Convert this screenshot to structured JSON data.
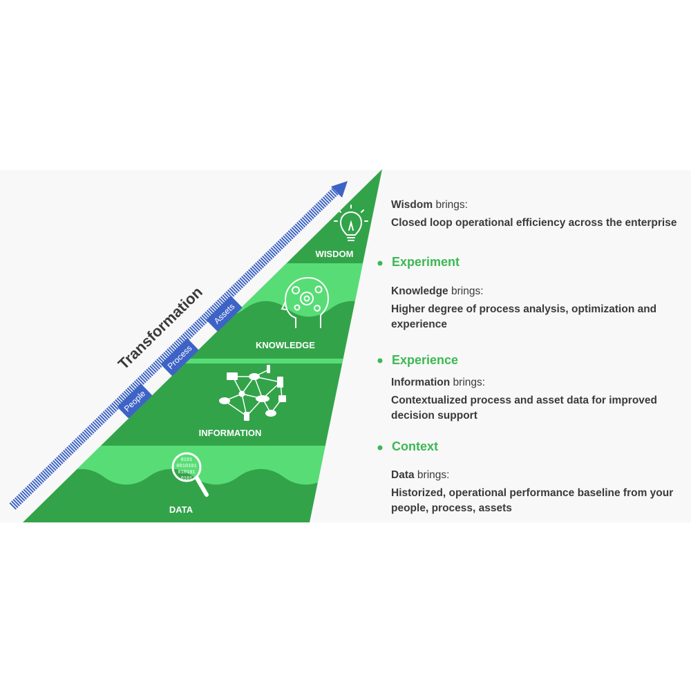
{
  "colors": {
    "pyramid_dark": "#33a34a",
    "pyramid_band": "#4bd56a",
    "pyramid_light": "#58dd76",
    "arrow_blue": "#3e63c6",
    "stage_green": "#3cb853",
    "text_dark": "#3a3a3a"
  },
  "arrow": {
    "title": "Transformation",
    "tags": [
      "People",
      "Process",
      "Assets"
    ]
  },
  "pyramid": {
    "levels": [
      {
        "label": "WISDOM",
        "icon": "lightbulb-icon"
      },
      {
        "label": "KNOWLEDGE",
        "icon": "head-gears-icon"
      },
      {
        "label": "INFORMATION",
        "icon": "network-devices-icon"
      },
      {
        "label": "DATA",
        "icon": "magnifier-binary-icon",
        "binary": [
          "0101",
          "0010101",
          "010101",
          "0101"
        ]
      }
    ]
  },
  "stages": [
    "Experiment",
    "Experience",
    "Context"
  ],
  "descriptions": [
    {
      "lead_bold": "Wisdom",
      "lead_rest": " brings:",
      "body_lines": [
        "Closed loop operational efficiency across the enterprise"
      ]
    },
    {
      "lead_bold": "Knowledge",
      "lead_rest": " brings:",
      "body_lines": [
        "Higher degree of process analysis, optimization and",
        "experience"
      ]
    },
    {
      "lead_bold": "Information",
      "lead_rest": " brings:",
      "body_lines": [
        "Contextualized process and asset data for improved",
        "decision support"
      ]
    },
    {
      "lead_bold": "Data",
      "lead_rest": " brings:",
      "body_lines": [
        "Historized, operational performance baseline from your",
        "people, process, assets"
      ]
    }
  ]
}
